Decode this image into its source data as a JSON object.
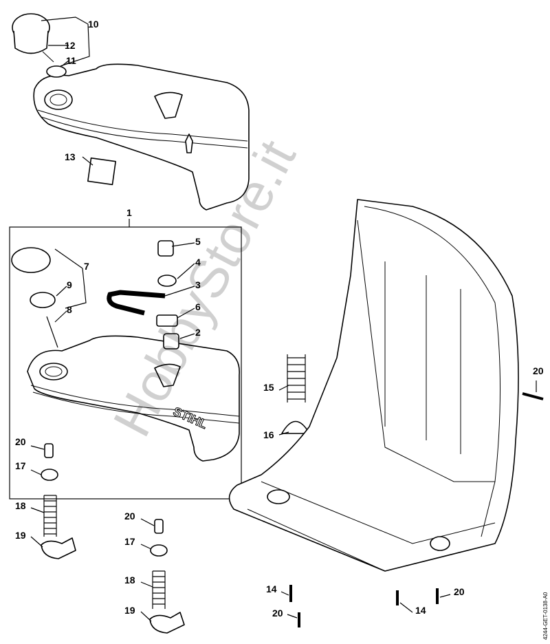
{
  "diagram": {
    "watermark": "HobbyStore.it",
    "drawing_code": "4244-GET-0138-A0",
    "brand_on_tank": "STIHL",
    "labels": [
      "10",
      "12",
      "11",
      "13",
      "1",
      "5",
      "4",
      "3",
      "6",
      "2",
      "7",
      "9",
      "8",
      "15",
      "16",
      "20",
      "20",
      "17",
      "18",
      "19",
      "20",
      "17",
      "18",
      "19",
      "14",
      "20",
      "14",
      "20"
    ]
  }
}
